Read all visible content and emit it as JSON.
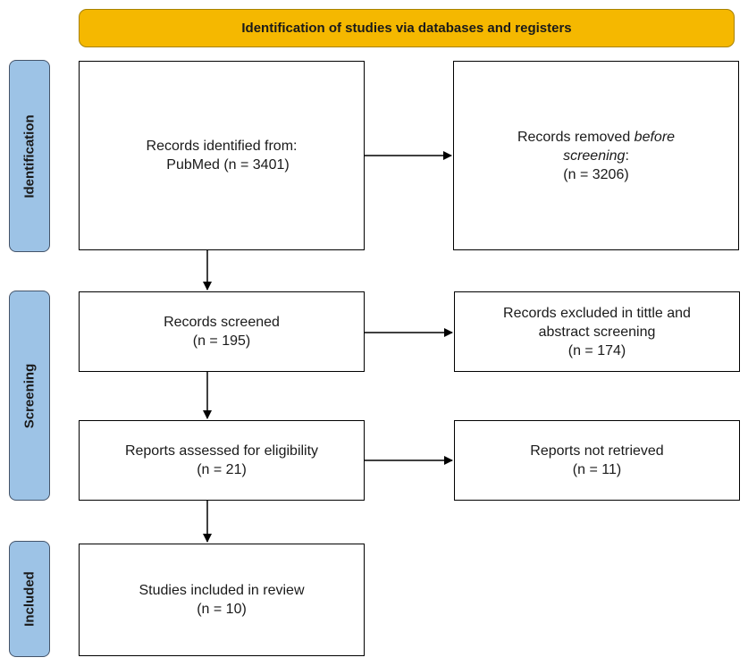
{
  "header": {
    "title": "Identification of studies via databases and registers"
  },
  "phases": {
    "identification": "Identification",
    "screening": "Screening",
    "included": "Included"
  },
  "boxes": {
    "identified": {
      "line1": "Records identified from:",
      "line2": "PubMed (n = 3401)"
    },
    "removed": {
      "line1_prefix": "Records removed ",
      "line1_em": "before",
      "line2_em": "screening",
      "line2_suffix": ":",
      "line3": "(n = 3206)"
    },
    "screened": {
      "line1": "Records screened",
      "line2": "(n = 195)"
    },
    "excluded": {
      "line1": "Records excluded in tittle and",
      "line2": "abstract screening",
      "line3": "(n = 174)"
    },
    "assessed": {
      "line1": "Reports assessed for eligibility",
      "line2": "(n = 21)"
    },
    "not_retrieved": {
      "line1": "Reports not retrieved",
      "line2": "(n = 11)"
    },
    "included": {
      "line1": "Studies included in review",
      "line2": "(n = 10)"
    }
  },
  "colors": {
    "banner": "#f5b800",
    "phase_label": "#9dc3e6"
  }
}
